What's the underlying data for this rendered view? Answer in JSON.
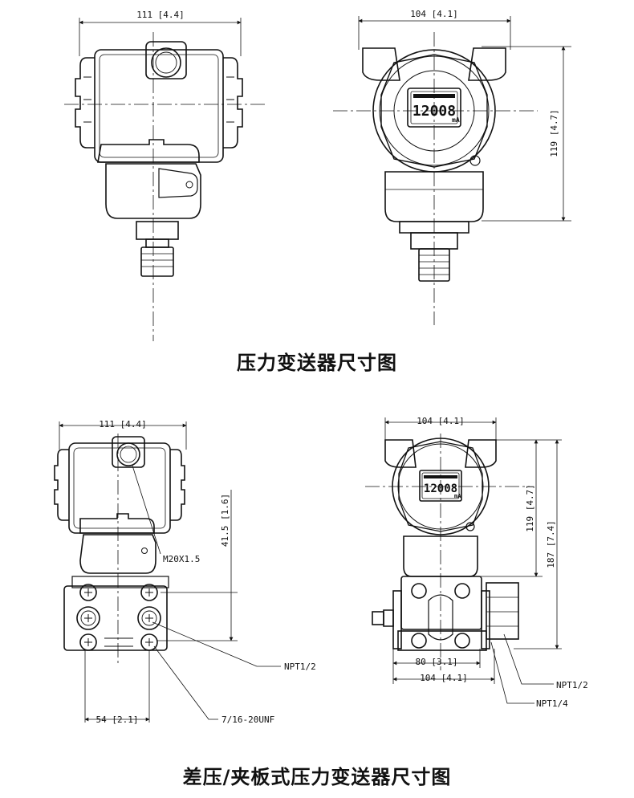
{
  "captions": {
    "top": "压力变送器尺寸图",
    "bottom": "差压/夹板式压力变送器尺寸图"
  },
  "display_reading": "12008",
  "display_unit": "mA",
  "dimensions": {
    "top_left_width": "111 [4.4]",
    "top_right_width": "104 [4.1]",
    "top_right_height": "119 [4.7]",
    "bottom_left_width": "111 [4.4]",
    "bottom_left_height": "41.5 [1.6]",
    "bottom_left_base": "54 [2.1]",
    "bottom_right_width": "104 [4.1]",
    "bottom_right_h1": "119 [4.7]",
    "bottom_right_h2": "187 [7.4]",
    "bottom_right_flange": "80 [3.1]",
    "bottom_right_base": "104 [4.1]"
  },
  "callouts": {
    "m20": "M20X1.5",
    "npt12_left": "NPT1/2",
    "unf": "7/16-20UNF",
    "npt12_right": "NPT1/2",
    "npt14_right": "NPT1/4"
  }
}
